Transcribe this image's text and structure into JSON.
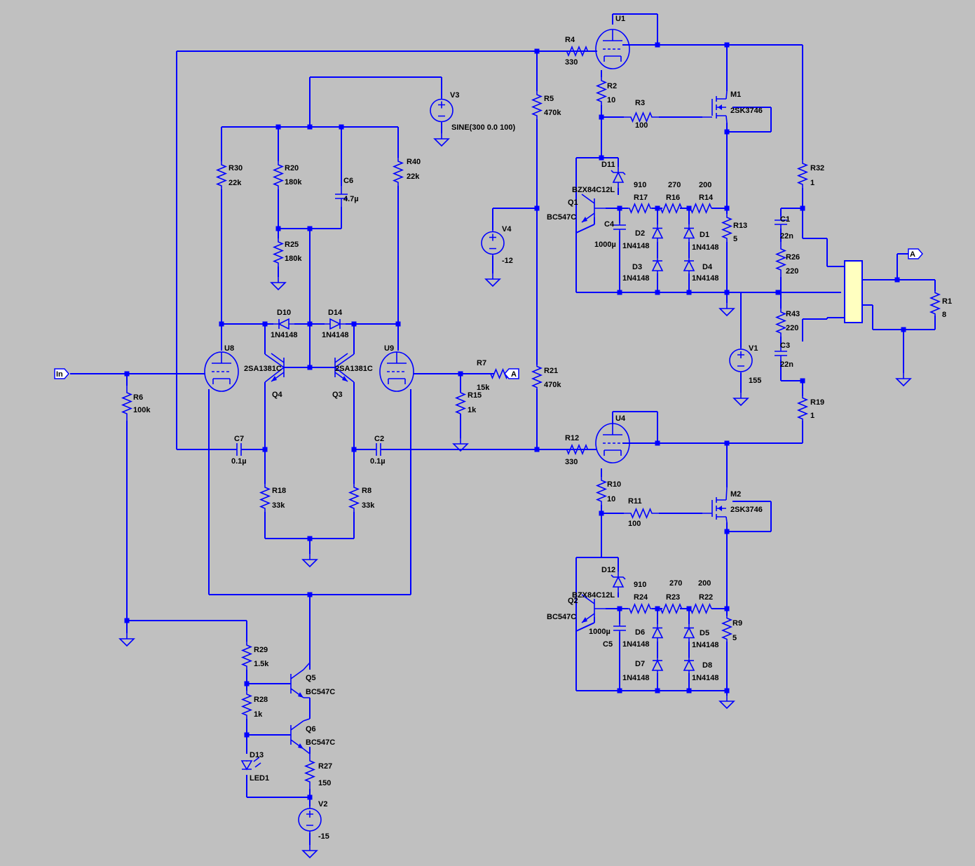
{
  "schematic": {
    "background": "#c0c0c0",
    "wire_color": "#0000ff",
    "component_color": "#0000ff",
    "label_color": "#000000",
    "body_fill": "#ffffc0"
  },
  "ports": {
    "in": "In",
    "a": "A"
  },
  "components": {
    "U1": "U1",
    "U4": "U4",
    "U8": "U8",
    "U9": "U9",
    "M1": "M1",
    "M1_val": "2SK3746",
    "M2": "M2",
    "M2_val": "2SK3746",
    "Q1": "Q1",
    "Q1_val": "BC547C",
    "Q2": "Q2",
    "Q2_val": "BC547C",
    "Q3": "Q3",
    "Q3_val": "2SA1381C",
    "Q4": "Q4",
    "Q4_val": "2SA1381C",
    "Q5": "Q5",
    "Q5_val": "BC547C",
    "Q6": "Q6",
    "Q6_val": "BC547C",
    "V1": "V1",
    "V1_val": "155",
    "V2": "V2",
    "V2_val": "-15",
    "V3": "V3",
    "V3_val": "SINE(300 0.0 100)",
    "V4": "V4",
    "V4_val": "-12",
    "R1": "R1",
    "R1_val": "8",
    "R2": "R2",
    "R2_val": "10",
    "R3": "R3",
    "R3_val": "100",
    "R4": "R4",
    "R4_val": "330",
    "R5": "R5",
    "R5_val": "470k",
    "R6": "R6",
    "R6_val": "100k",
    "R7": "R7",
    "R7_val": "15k",
    "R8": "R8",
    "R8_val": "33k",
    "R9": "R9",
    "R9_val": "5",
    "R10": "R10",
    "R10_val": "10",
    "R11": "R11",
    "R11_val": "100",
    "R12": "R12",
    "R12_val": "330",
    "R13": "R13",
    "R13_val": "5",
    "R14": "R14",
    "R14_val": "200",
    "R15": "R15",
    "R15_val": "1k",
    "R16": "R16",
    "R16_val": "270",
    "R17": "R17",
    "R17_val": "910",
    "R18": "R18",
    "R18_val": "33k",
    "R19": "R19",
    "R19_val": "1",
    "R20": "R20",
    "R20_val": "180k",
    "R21": "R21",
    "R21_val": "470k",
    "R22": "R22",
    "R22_val": "200",
    "R23": "R23",
    "R23_val": "270",
    "R24": "R24",
    "R24_val": "910",
    "R25": "R25",
    "R25_val": "180k",
    "R26": "R26",
    "R26_val": "220",
    "R27": "R27",
    "R27_val": "150",
    "R28": "R28",
    "R28_val": "1k",
    "R29": "R29",
    "R29_val": "1.5k",
    "R30": "R30",
    "R30_val": "22k",
    "R32": "R32",
    "R32_val": "1",
    "R40": "R40",
    "R40_val": "22k",
    "R43": "R43",
    "R43_val": "220",
    "C1": "C1",
    "C1_val": "22n",
    "C2": "C2",
    "C2_val": "0.1µ",
    "C3": "C3",
    "C3_val": "22n",
    "C4": "C4",
    "C4_val": "1000µ",
    "C5": "C5",
    "C5_val": "1000µ",
    "C6": "C6",
    "C6_val": "4.7µ",
    "C7": "C7",
    "C7_val": "0.1µ",
    "D1": "D1",
    "D1_val": "1N4148",
    "D2": "D2",
    "D2_val": "1N4148",
    "D3": "D3",
    "D3_val": "1N4148",
    "D4": "D4",
    "D4_val": "1N4148",
    "D5": "D5",
    "D5_val": "1N4148",
    "D6": "D6",
    "D6_val": "1N4148",
    "D7": "D7",
    "D7_val": "1N4148",
    "D8": "D8",
    "D8_val": "1N4148",
    "D10": "D10",
    "D10_val": "1N4148",
    "D14": "D14",
    "D14_val": "1N4148",
    "D11": "D11",
    "D12": "D12",
    "Dz_val": "BZX84C12L",
    "D13": "D13",
    "D13_val": "LED1"
  }
}
